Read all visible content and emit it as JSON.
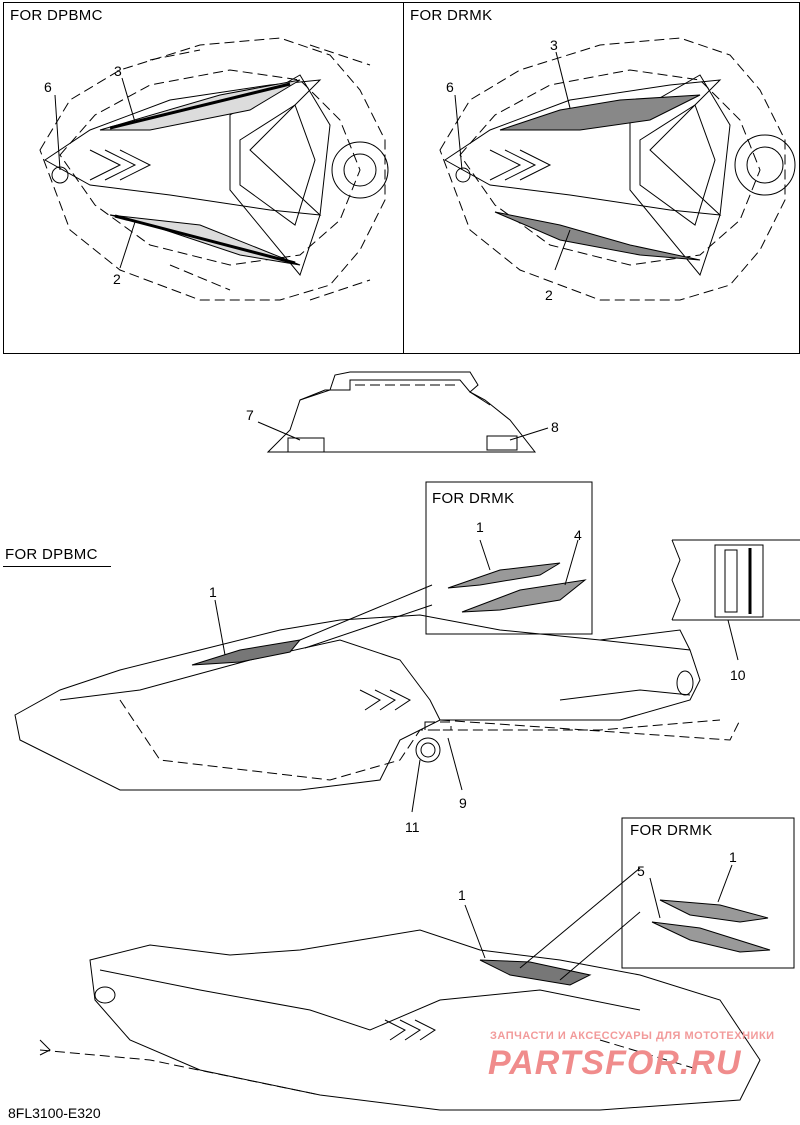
{
  "top_left_panel": {
    "title": "FOR DPBMC",
    "callouts": {
      "c3": "3",
      "c6": "6",
      "c2": "2"
    }
  },
  "top_right_panel": {
    "title": "FOR DRMK",
    "callouts": {
      "c3": "3",
      "c6": "6",
      "c2": "2"
    }
  },
  "rear_view": {
    "callouts": {
      "c7": "7",
      "c8": "8"
    }
  },
  "side_view": {
    "section_title": "FOR DPBMC",
    "callouts": {
      "c1": "1",
      "c9": "9",
      "c10": "10",
      "c11": "11"
    },
    "inset": {
      "title": "FOR DRMK",
      "callouts": {
        "c1": "1",
        "c4": "4"
      }
    }
  },
  "lower_view": {
    "callouts": {
      "c1": "1"
    },
    "inset": {
      "title": "FOR DRMK",
      "callouts": {
        "c1": "1",
        "c5": "5"
      }
    }
  },
  "footer": {
    "diagram_code": "8FL3100-E320"
  },
  "watermark": {
    "line1": "ЗАПЧАСТИ И АКСЕССУАРЫ ДЛЯ МОТОТЕХНИКИ",
    "line2": "PARTSFOR.RU"
  }
}
